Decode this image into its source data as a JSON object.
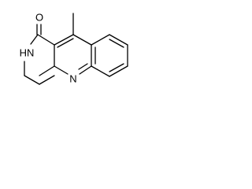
{
  "molecule": {
    "atom_labels": {
      "oxygen": "O",
      "amide_nitrogen": "HN",
      "ring_nitrogen": "N"
    }
  }
}
